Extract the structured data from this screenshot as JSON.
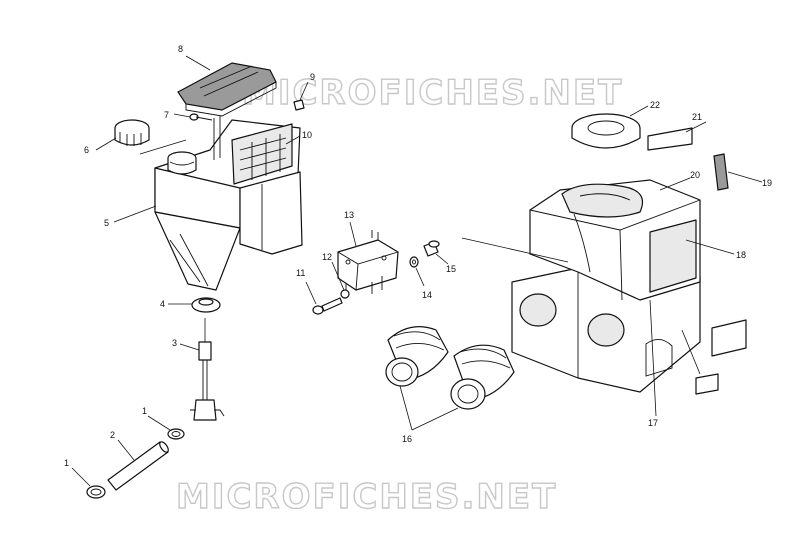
{
  "watermarks": {
    "top": "MICROFICHES.NET",
    "bottom": "MICROFICHES.NET"
  },
  "callouts": [
    "1",
    "1",
    "2",
    "3",
    "4",
    "5",
    "6",
    "7",
    "8",
    "9",
    "10",
    "11",
    "12",
    "13",
    "14",
    "15",
    "16",
    "17",
    "18",
    "19",
    "20",
    "21",
    "22"
  ]
}
